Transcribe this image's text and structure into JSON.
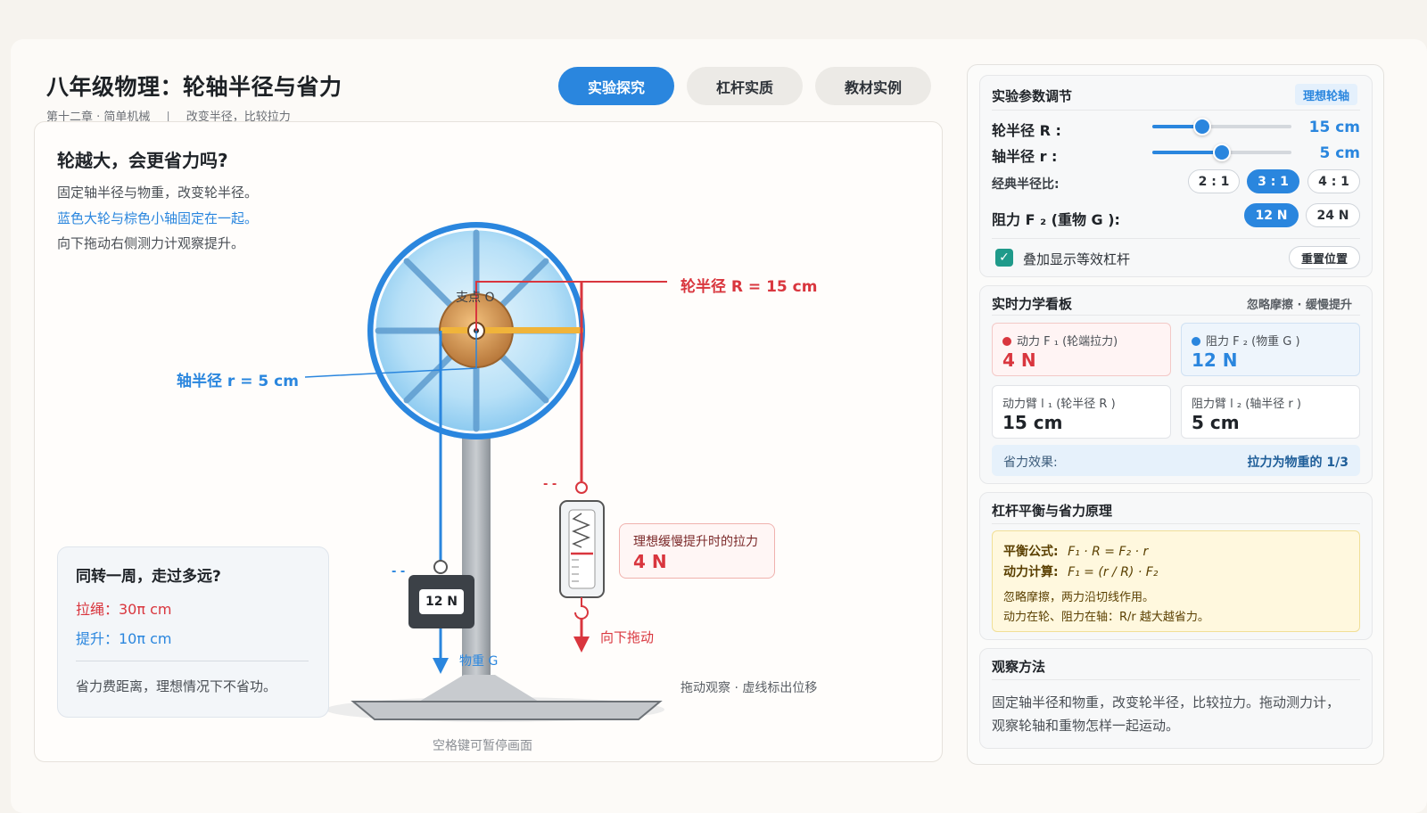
{
  "page": {
    "title": "八年级物理：轮轴半径与省力",
    "chapter": "第十二章 · 简单机械",
    "separator": "|",
    "subtitle_note": "改变半径，比较拉力"
  },
  "tabs": [
    {
      "label": "实验探究",
      "active": true
    },
    {
      "label": "杠杆实质",
      "active": false
    },
    {
      "label": "教材实例",
      "active": false
    }
  ],
  "stage": {
    "question": "轮越大，会更省力吗?",
    "lines": [
      "固定轴半径与物重，改变轮半径。",
      "蓝色大轮与棕色小轴固定在一起。",
      "向下拖动右侧测力计观察提升。"
    ],
    "pivot_label": "支点 O",
    "wheel_radius_label": "轮半径 R = 15 cm",
    "axle_radius_label": "轴半径 r = 5 cm",
    "weight_value": "12 N",
    "weight_label": "物重 G",
    "pull_down_label": "向下拖动",
    "dash_marker": "- -",
    "tension_title": "理想缓慢提升时的拉力",
    "tension_value": "4 N",
    "drag_hint": "拖动观察 · 虚线标出位移",
    "pause_hint": "空格键可暂停画面",
    "distance_card": {
      "title": "同转一周，走过多远?",
      "rope": "拉绳：30π cm",
      "lift": "提升：10π cm",
      "note": "省力费距离，理想情况下不省功。"
    }
  },
  "params": {
    "title": "实验参数调节",
    "badge": "理想轮轴",
    "wheel_label": "轮半径 R :",
    "wheel_value": "15 cm",
    "wheel_fraction": 0.36,
    "axle_label": "轴半径 r :",
    "axle_value": "5 cm",
    "axle_fraction": 0.5,
    "ratio_label": "经典半径比:",
    "ratios": [
      {
        "label": "2 : 1",
        "active": false
      },
      {
        "label": "3 : 1",
        "active": true
      },
      {
        "label": "4 : 1",
        "active": false
      }
    ],
    "load_label": "阻力 F ₂ (重物 G ):",
    "loads": [
      {
        "label": "12 N",
        "active": true
      },
      {
        "label": "24 N",
        "active": false
      }
    ],
    "overlay_label": "叠加显示等效杠杆",
    "overlay_checked": true,
    "reset_label": "重置位置"
  },
  "dashboard": {
    "title": "实时力学看板",
    "note": "忽略摩擦 · 缓慢提升",
    "effort_label": "动力 F ₁ (轮端拉力)",
    "effort_value": "4 N",
    "load_label": "阻力 F ₂ (物重 G )",
    "load_value": "12 N",
    "effort_arm_label": "动力臂 l ₁ (轮半径 R )",
    "effort_arm_value": "15 cm",
    "load_arm_label": "阻力臂 l ₂ (轴半径 r )",
    "load_arm_value": "5 cm",
    "effect_label": "省力效果:",
    "effect_value": "拉力为物重的 1/3"
  },
  "principle": {
    "title": "杠杆平衡与省力原理",
    "balance_key": "平衡公式:",
    "balance_formula": "F₁ · R = F₂ · r",
    "effort_key": "动力计算:",
    "effort_formula": "F₁ = (r / R) · F₂",
    "note1": "忽略摩擦，两力沿切线作用。",
    "note2": "动力在轮、阻力在轴：R/r 越大越省力。"
  },
  "method": {
    "title": "观察方法",
    "line1": "固定轴半径和物重，改变轮半径，比较拉力。拖动测力计，",
    "line2": "观察轮轴和重物怎样一起运动。"
  },
  "colors": {
    "accent": "#2a86de",
    "effort_red": "#d9363e",
    "wheel_blue": "#5bb2ea",
    "axle_brown": "#c98a44",
    "lever_orange": "#f0b43a",
    "check_teal": "#1f9a8a"
  }
}
